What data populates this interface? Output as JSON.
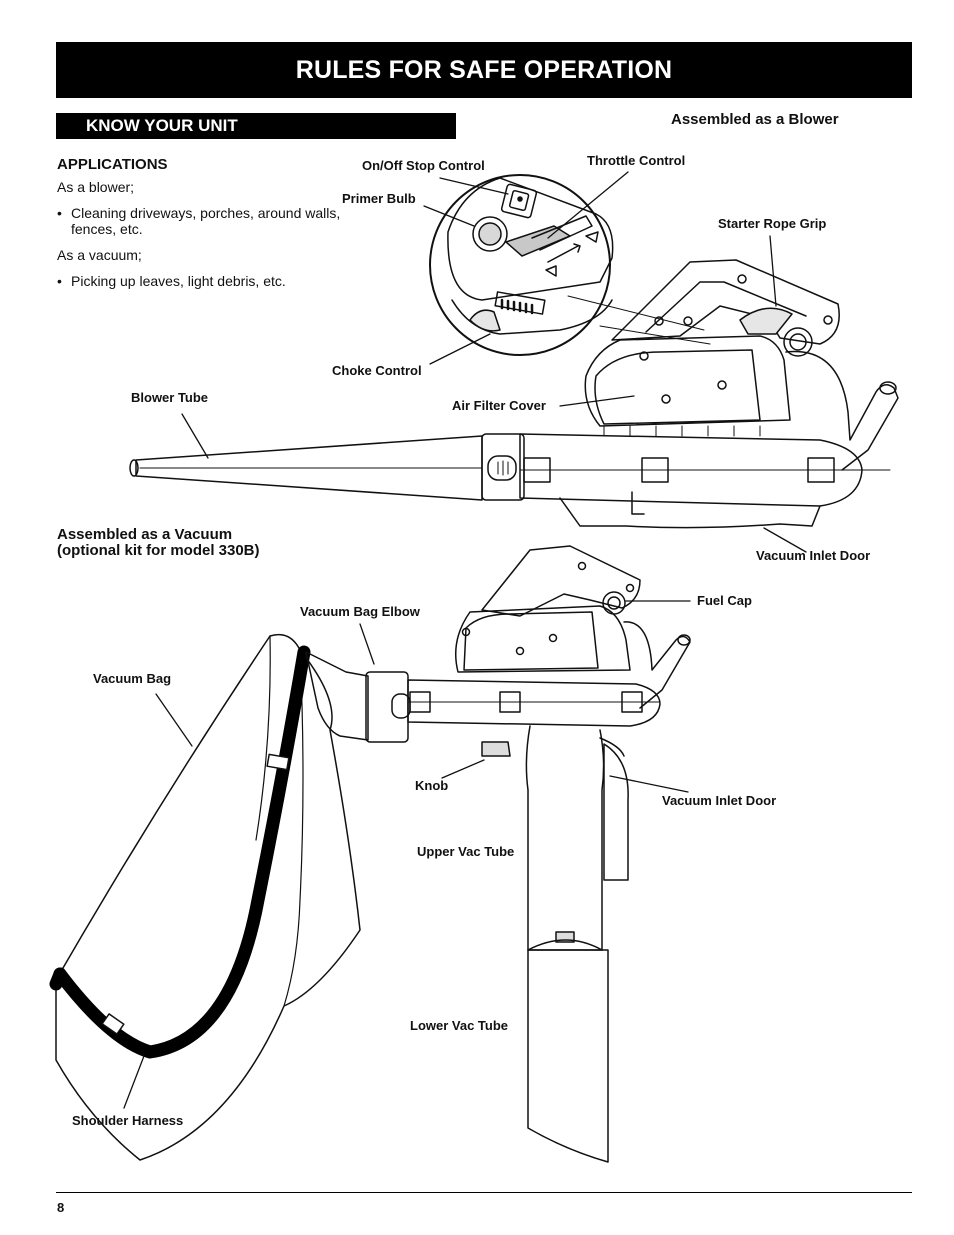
{
  "header": {
    "title": "RULES FOR SAFE OPERATION"
  },
  "section": {
    "title": "KNOW YOUR UNIT"
  },
  "applications": {
    "heading": "APPLICATIONS",
    "blower_intro": "As a blower;",
    "blower_bullet": "Cleaning driveways, porches, around walls, fences, etc.",
    "vacuum_intro": "As a vacuum;",
    "vacuum_bullet": "Picking up leaves, light debris, etc."
  },
  "blower_diagram": {
    "heading": "Assembled as a Blower",
    "labels": {
      "on_off": "On/Off Stop Control",
      "throttle": "Throttle Control",
      "primer": "Primer Bulb",
      "starter": "Starter Rope Grip",
      "choke": "Choke Control",
      "blower_tube": "Blower Tube",
      "air_filter": "Air Filter Cover",
      "vacuum_inlet": "Vacuum Inlet Door"
    }
  },
  "vacuum_diagram": {
    "heading_line1": "Assembled as a Vacuum",
    "heading_line2": "(optional kit for model 330B)",
    "labels": {
      "fuel_cap": "Fuel Cap",
      "bag_elbow": "Vacuum Bag Elbow",
      "bag": "Vacuum Bag",
      "knob": "Knob",
      "inlet_door": "Vacuum Inlet Door",
      "upper_tube": "Upper Vac Tube",
      "lower_tube": "Lower Vac Tube",
      "harness": "Shoulder Harness"
    }
  },
  "footer": {
    "page_number": "8"
  }
}
